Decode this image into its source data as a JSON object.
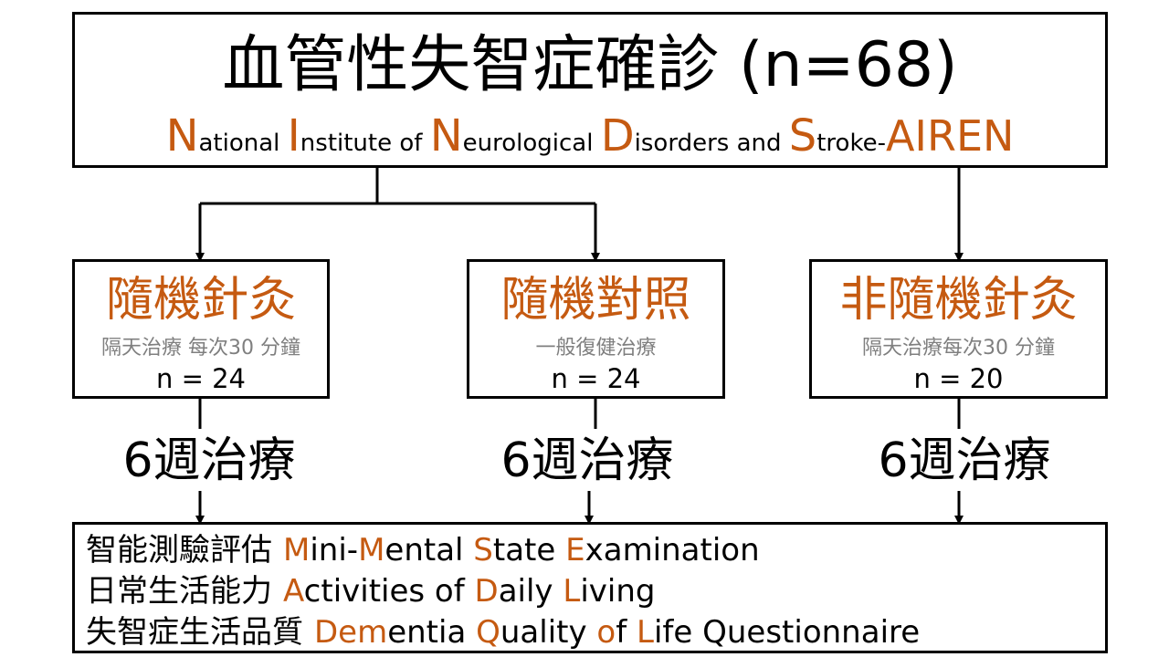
{
  "top": {
    "title": "血管性失智症確診 (n=68)",
    "subtitle_segments": [
      {
        "text": "N",
        "style": "cap"
      },
      {
        "text": "ational ",
        "style": "plain"
      },
      {
        "text": "I",
        "style": "cap"
      },
      {
        "text": "nstitute of ",
        "style": "plain"
      },
      {
        "text": "N",
        "style": "cap"
      },
      {
        "text": "eurological ",
        "style": "plain"
      },
      {
        "text": "D",
        "style": "cap"
      },
      {
        "text": "isorders and ",
        "style": "plain"
      },
      {
        "text": "S",
        "style": "cap"
      },
      {
        "text": "troke-",
        "style": "plain"
      },
      {
        "text": "AIREN",
        "style": "airen"
      }
    ]
  },
  "arms": [
    {
      "name": "隨機針灸",
      "desc": "隔天治療 每次30 分鐘",
      "n": "n = 24",
      "weeks": "6週治療"
    },
    {
      "name": "隨機對照",
      "desc": "一般復健治療",
      "n": "n = 24",
      "weeks": "6週治療"
    },
    {
      "name": "非隨機針灸",
      "desc": "隔天治療每次30 分鐘",
      "n": "n = 20",
      "weeks": "6週治療"
    }
  ],
  "outcomes": [
    {
      "label": "智能測驗評估",
      "segments": [
        {
          "text": "M",
          "hl": true
        },
        {
          "text": "ini-",
          "hl": false
        },
        {
          "text": "M",
          "hl": true
        },
        {
          "text": "ental ",
          "hl": false
        },
        {
          "text": "S",
          "hl": true
        },
        {
          "text": "tate ",
          "hl": false
        },
        {
          "text": "E",
          "hl": true
        },
        {
          "text": "xamination",
          "hl": false
        }
      ]
    },
    {
      "label": "日常生活能力",
      "segments": [
        {
          "text": "A",
          "hl": true
        },
        {
          "text": "ctivities of ",
          "hl": false
        },
        {
          "text": "D",
          "hl": true
        },
        {
          "text": "aily ",
          "hl": false
        },
        {
          "text": "L",
          "hl": true
        },
        {
          "text": "iving",
          "hl": false
        }
      ]
    },
    {
      "label": "失智症生活品質",
      "segments": [
        {
          "text": "Dem",
          "hl": true
        },
        {
          "text": "entia ",
          "hl": false
        },
        {
          "text": "Q",
          "hl": true
        },
        {
          "text": "uality ",
          "hl": false
        },
        {
          "text": "o",
          "hl": true
        },
        {
          "text": "f ",
          "hl": false
        },
        {
          "text": "L",
          "hl": true
        },
        {
          "text": "ife Questionnaire",
          "hl": false
        }
      ]
    }
  ],
  "colors": {
    "accent": "#C55A11",
    "muted": "#7F7F7F",
    "line": "#000000"
  }
}
